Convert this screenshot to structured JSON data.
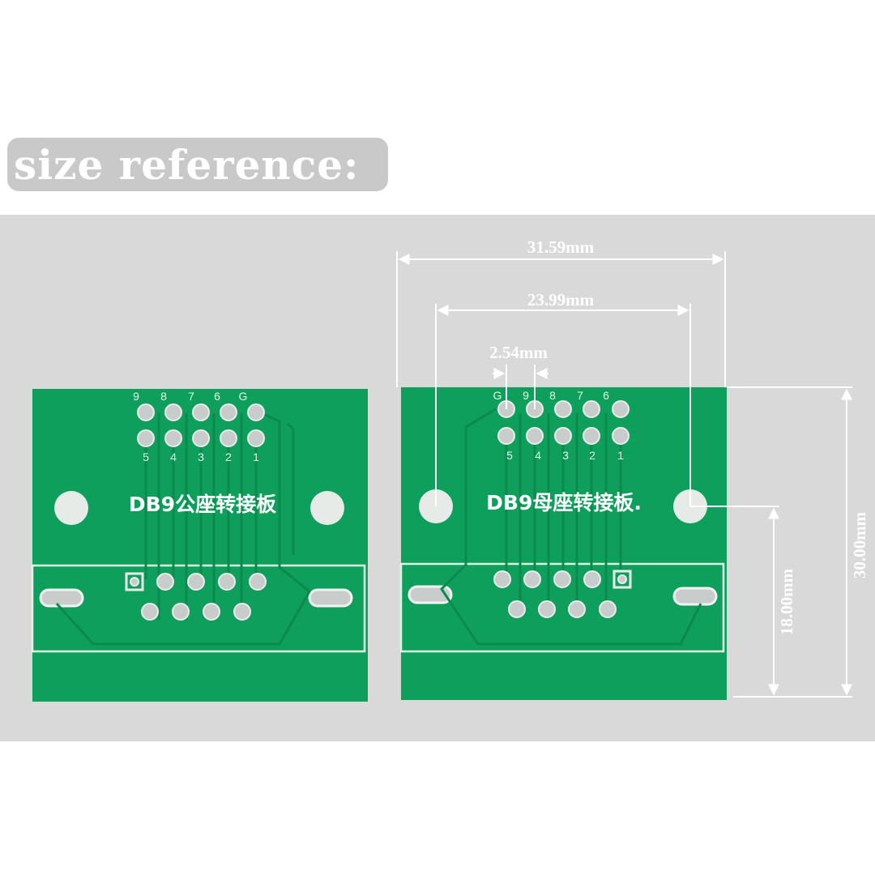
{
  "banner": {
    "text": "size reference:"
  },
  "dimensions": {
    "overall_width": "31.59mm",
    "hole_spacing": "23.99mm",
    "pin_pitch": "2.54mm",
    "hole_height": "18.00mm",
    "overall_height": "30.00mm"
  },
  "boards": {
    "male": {
      "title": "DB9公座转接板",
      "top_pins": [
        "9",
        "8",
        "7",
        "6",
        "G"
      ],
      "bottom_pins": [
        "5",
        "4",
        "3",
        "2",
        "1"
      ]
    },
    "female": {
      "title": "DB9母座转接板.",
      "top_pins": [
        "G",
        "9",
        "8",
        "7",
        "6"
      ],
      "bottom_pins": [
        "5",
        "4",
        "3",
        "2",
        "1"
      ]
    }
  },
  "colors": {
    "pcb_green": "#0e9f5c",
    "silk": "#dff3e6",
    "pad": "#c8ccca",
    "background": "#d9d9d9",
    "banner": "#c9c9c9"
  }
}
